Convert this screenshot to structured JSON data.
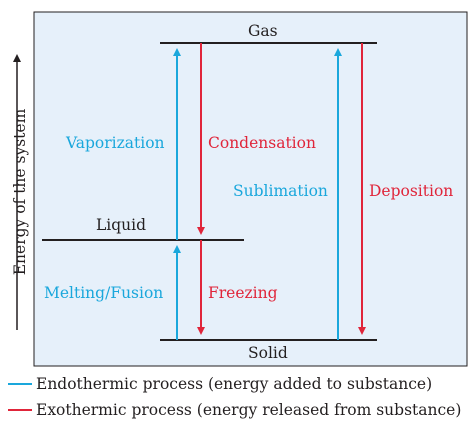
{
  "colors": {
    "panel_bg": "#e6f0fa",
    "endothermic": "#1aa7dc",
    "exothermic": "#e0253a",
    "line": "#231f20"
  },
  "y_axis_label": "Energy of the system",
  "levels": {
    "gas": "Gas",
    "liquid": "Liquid",
    "solid": "Solid"
  },
  "processes": {
    "vaporization": "Vaporization",
    "condensation": "Condensation",
    "sublimation": "Sublimation",
    "deposition": "Deposition",
    "melting": "Melting/Fusion",
    "freezing": "Freezing"
  },
  "legend": {
    "endothermic": "Endothermic process (energy added to substance)",
    "exothermic": "Exothermic process (energy released from substance)"
  }
}
